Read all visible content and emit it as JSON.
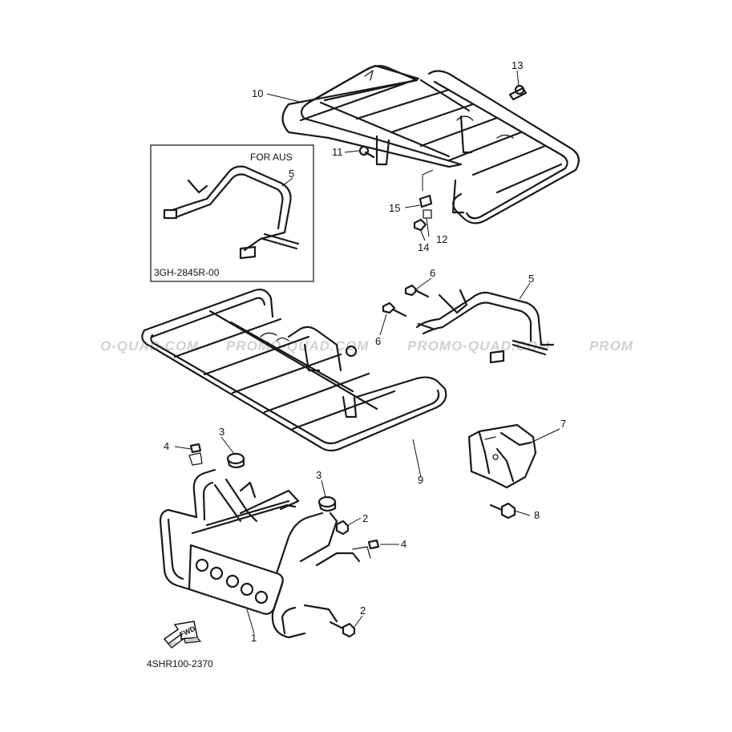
{
  "watermark": {
    "w1": "O-QUAD.COM",
    "w2": "PROMO-QUAD.COM",
    "w3": "PROMO-QUAD.COM",
    "w4": "PROM"
  },
  "inset": {
    "title": "FOR AUS",
    "code": "3GH-2845R-00"
  },
  "diagram_code": "4SHR100-2370",
  "fwd_label": "FWD",
  "callouts": {
    "c1": "1",
    "c2a": "2",
    "c2b": "2",
    "c3a": "3",
    "c3b": "3",
    "c4a": "4",
    "c4b": "4",
    "c5a": "5",
    "c5b": "5",
    "c6a": "6",
    "c6b": "6",
    "c7": "7",
    "c8": "8",
    "c9": "9",
    "c10": "10",
    "c11": "11",
    "c12": "12",
    "c13": "13",
    "c14": "14",
    "c15": "15"
  }
}
